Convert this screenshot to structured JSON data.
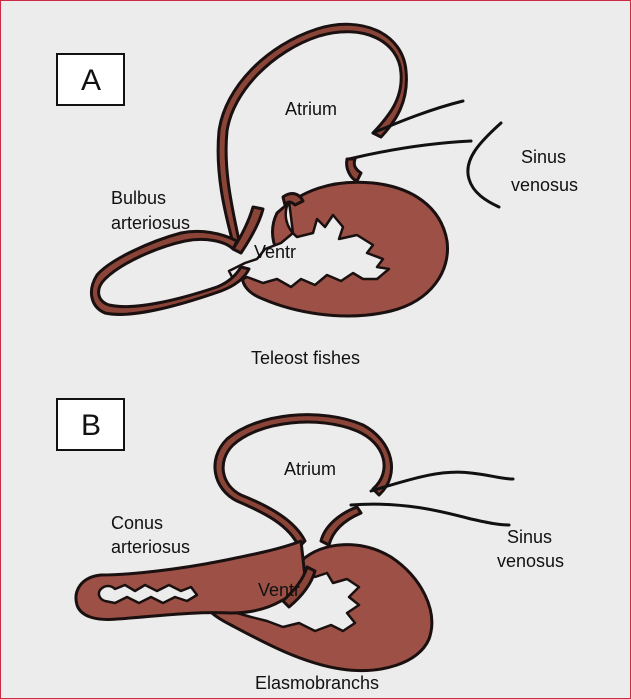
{
  "panel_a": {
    "label": "A",
    "atrium": "Atrium",
    "sinus_1": "Sinus",
    "sinus_2": "venosus",
    "outflow_1": "Bulbus",
    "outflow_2": "arteriosus",
    "ventricle": "Ventr",
    "caption": "Teleost fishes"
  },
  "panel_b": {
    "label": "B",
    "atrium": "Atrium",
    "outflow_1": "Conus",
    "outflow_2": "arteriosus",
    "sinus_1": "Sinus",
    "sinus_2": "venosus",
    "ventricle": "Ventr",
    "caption": "Elasmobranchs"
  },
  "colors": {
    "frame_border": "#cc2a44",
    "background": "#ececec",
    "tissue": "#9c5046"
  }
}
